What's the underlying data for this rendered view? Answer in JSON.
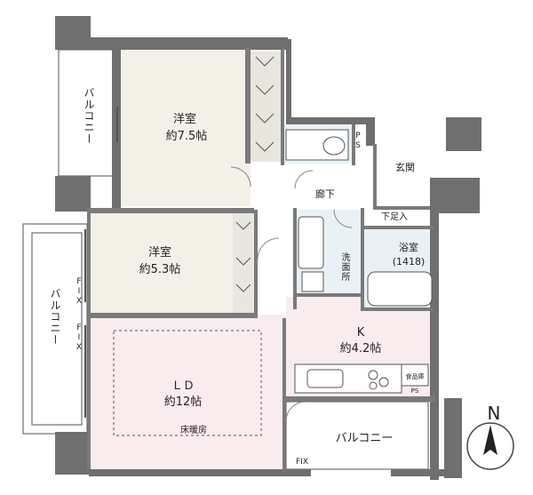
{
  "rooms": {
    "western_1": {
      "name": "洋室",
      "size": "約7.5帖"
    },
    "western_2": {
      "name": "洋室",
      "size": "約5.3帖"
    },
    "ld": {
      "name": "ＬＤ",
      "size": "約12帖",
      "floor_heating": "床暖房"
    },
    "kitchen": {
      "name": "K",
      "size": "約4.2帖"
    },
    "bath": {
      "name": "浴室",
      "size": "(1418)"
    },
    "washroom": "洗面所",
    "corridor": "廊下",
    "entrance": "玄関",
    "shoe_storage": "下足入",
    "ps": "PS",
    "ps_small": "PS",
    "food_storage": "食品庫"
  },
  "balconies": {
    "top_left": "バルコニー",
    "left": "バルコニー",
    "bottom": "バルコニー"
  },
  "fix_labels": {
    "left_upper": "FIX",
    "left_lower": "FIX",
    "bottom": "FIX"
  },
  "compass": {
    "north": "N"
  },
  "colors": {
    "wall": "#6f6f6f",
    "room": "#f3f0e8",
    "ld": "#f9ecee",
    "wet": "#e9f1f7",
    "closet": "#e9e6e0"
  }
}
